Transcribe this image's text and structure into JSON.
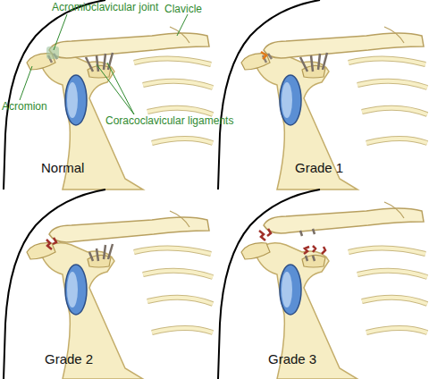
{
  "diagram": {
    "labels": [
      "Acromioclavicular joint",
      "Clavicle",
      "Acromion",
      "Coracoclavicular ligaments",
      "Normal",
      "Grade 1",
      "Grade 2",
      "Grade 3"
    ]
  }
}
